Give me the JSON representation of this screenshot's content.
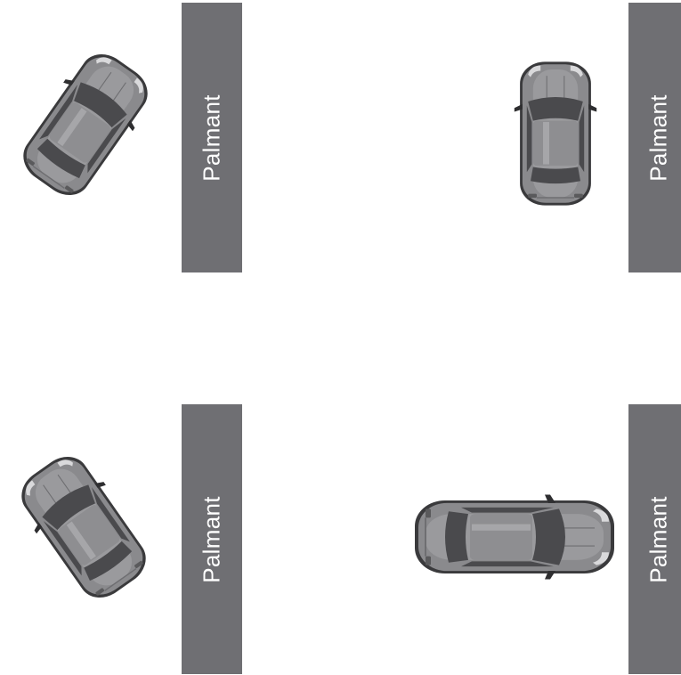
{
  "curbs": [
    {
      "label": "Palmant"
    },
    {
      "label": "Palmant"
    },
    {
      "label": "Palmant"
    },
    {
      "label": "Palmant"
    }
  ],
  "colors": {
    "curb": "#6f6f73",
    "curb_text": "#ffffff",
    "car_body": "#8a8a8d",
    "car_glass": "#4a4a4d",
    "car_outline": "#3a3a3c",
    "car_highlight": "#d9d9db"
  },
  "icons": [
    "car-icon"
  ]
}
